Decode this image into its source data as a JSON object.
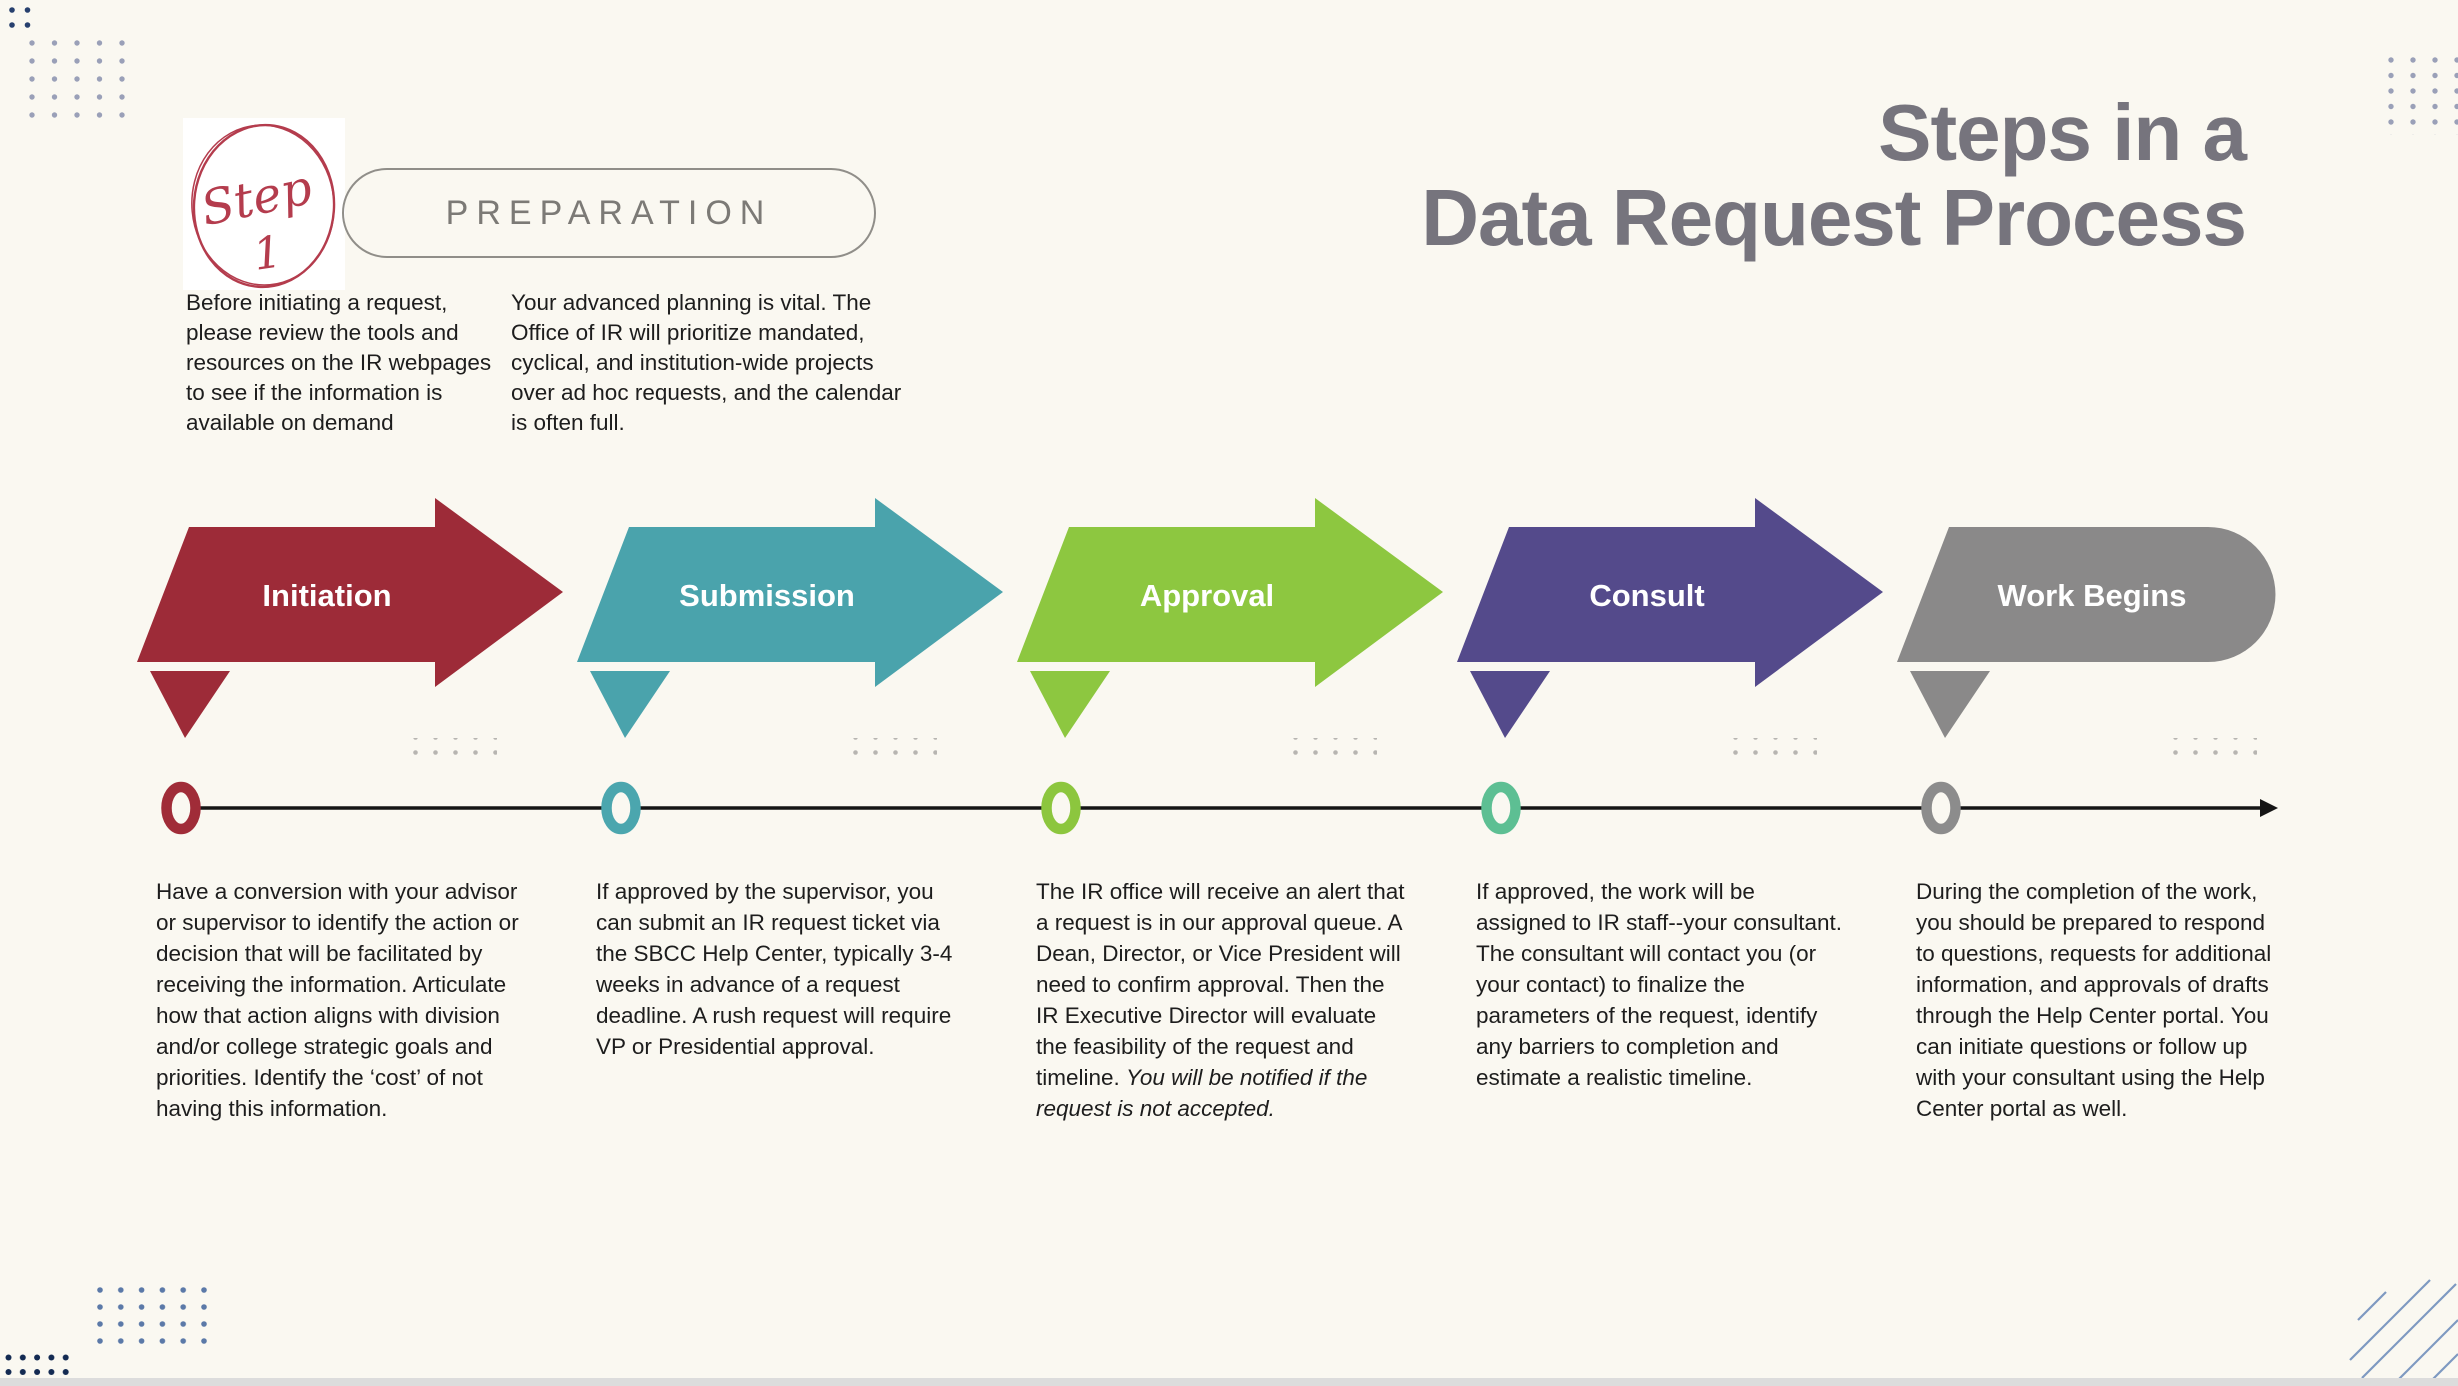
{
  "page": {
    "background": "#faf8f1",
    "title": {
      "line1": "Steps in a",
      "line2": "Data Request Process",
      "color": "#76747d"
    }
  },
  "preparation": {
    "badge_word": "Step",
    "badge_number": "1",
    "badge_color": "#b43c4d",
    "pill_label": "PREPARATION",
    "intro_left": "Before initiating a request, please review the tools and resources on the IR webpages to see if the information is available on demand",
    "intro_right": "Your advanced planning is  vital. The Office of IR will prioritize mandated, cyclical, and institution-wide projects over ad hoc requests, and the calendar is often full."
  },
  "timeline": {
    "line_color": "#151515"
  },
  "steps": [
    {
      "label": "Initiation",
      "arrow_color": "#9d2b38",
      "marker_color": "#a02c38",
      "description": "Have a conversion with your advisor or supervisor to identify the action or decision that will be facilitated by receiving the information. Articulate how that action aligns with division and/or college strategic goals and priorities. Identify the ‘cost’ of not having this information.",
      "description_italic": ""
    },
    {
      "label": "Submission",
      "arrow_color": "#4aa3ac",
      "marker_color": "#4ba6ae",
      "description": "If approved by the supervisor, you can submit an IR request ticket via the SBCC Help Center, typically 3-4 weeks in advance of a request deadline. A rush request will require VP or Presidential approval.",
      "description_italic": ""
    },
    {
      "label": "Approval",
      "arrow_color": "#8dc740",
      "marker_color": "#8cc63e",
      "description": "The IR office will receive an alert that a request is in our approval queue. A Dean, Director, or Vice President will need to confirm approval. Then the IR Executive Director will evaluate the feasibility of the request and timeline. ",
      "description_italic": "You will be notified if the request is not accepted."
    },
    {
      "label": "Consult",
      "arrow_color": "#544a8b",
      "marker_color": "#5dbf93",
      "description": "If approved, the work will be assigned to IR staff--your consultant. The consultant will contact you (or your contact) to finalize the parameters of the request, identify any barriers to completion and estimate a realistic timeline.",
      "description_italic": ""
    },
    {
      "label": "Work Begins",
      "arrow_color": "#8a8989",
      "marker_color": "#8c8c8c",
      "description": "During the completion of the work, you should be prepared to respond to questions, requests for additional information, and approvals of drafts through the Help Center portal. You can initiate questions or follow up with your consultant using the Help Center portal as well.",
      "description_italic": ""
    }
  ]
}
